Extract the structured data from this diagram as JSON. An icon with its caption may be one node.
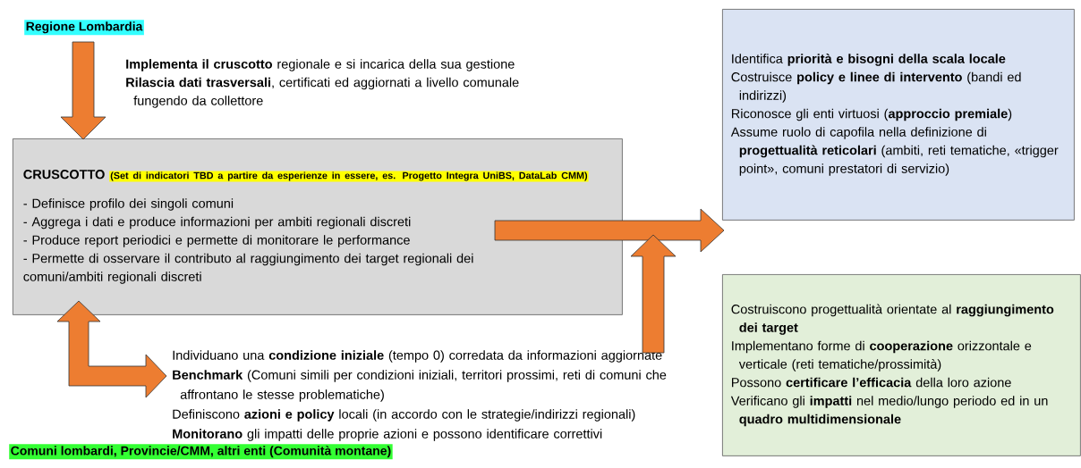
{
  "diagram": {
    "nodes": [
      {
        "text": [
          "Regione Lombardia"
        ]
      },
      {
        "text": [
          "Identifica **priorità e bisogni della scala locale**",
          "Costruisce **policy e linee di intervento** (bandi ed indirizzi)",
          "Riconosce gli enti virtuosi (**approccio premiale**)",
          "Assume ruolo di capofila nella definizione di **progettualità reticolari** (ambiti, reti tematiche, «trigger point», comuni prestatori di servizio)"
        ]
      },
      {
        "text": [
          "CRUSCOTTO",
          "(Set di indicatori TBD a partire da esperienze in essere, es. Progetto Integra UniBS, DataLab CMM)",
          "- Definisce profilo dei singoli comuni",
          "- Aggrega i dati e produce informazioni per ambiti regionali discreti",
          "- Produce report periodici e permette di monitorare le performance",
          "- Permette di osservare il contributo al raggiungimento dei target regionali dei comuni/ambiti regionali discreti"
        ]
      },
      {
        "text": [
          "Costruiscono progettualità orientate al **raggiungimento dei target**",
          "Implementano forme di **cooperazione** orizzontale e verticale (reti tematiche/prossimità)",
          "Possono **certificare l’efficacia** della loro azione",
          "Verificano gli **impatti** nel medio/lungo periodo ed in un **quadro multidimensionale**"
        ]
      },
      {
        "text": [
          "Individuano una **condizione iniziale** (tempo 0) corredata da informazioni aggiornate",
          "**Benchmark** (Comuni simili per condizioni iniziali, territori prossimi, reti di comuni che affrontano le stesse problematiche)",
          "Definiscono **azioni e policy** locali (in accordo con le strategie/indirizzi regionali)",
          "**Monitorano** gli impatti delle proprie azioni e possono identificare correttivi"
        ]
      },
      {
        "text": [
          "Comuni lombardi, Provincie/CMM, altri enti (Comunità montane)"
        ]
      }
    ],
    "edges": [
      {
        "from": 0,
        "to": 2,
        "arrow": "to"
      },
      {
        "from": 2,
        "to": 4,
        "arrow": "both"
      },
      {
        "from": 2,
        "to": null,
        "arrow": "to"
      },
      {
        "from": 4,
        "to": null,
        "arrow": "to"
      }
    ],
    "labels": [
      "**Implementa il cruscotto** regionale e si incarica della sua gestione",
      "**Rilascia dati trasversali**, certificati ed aggiornati a livello comunale fungendo da collettore"
    ]
  }
}
